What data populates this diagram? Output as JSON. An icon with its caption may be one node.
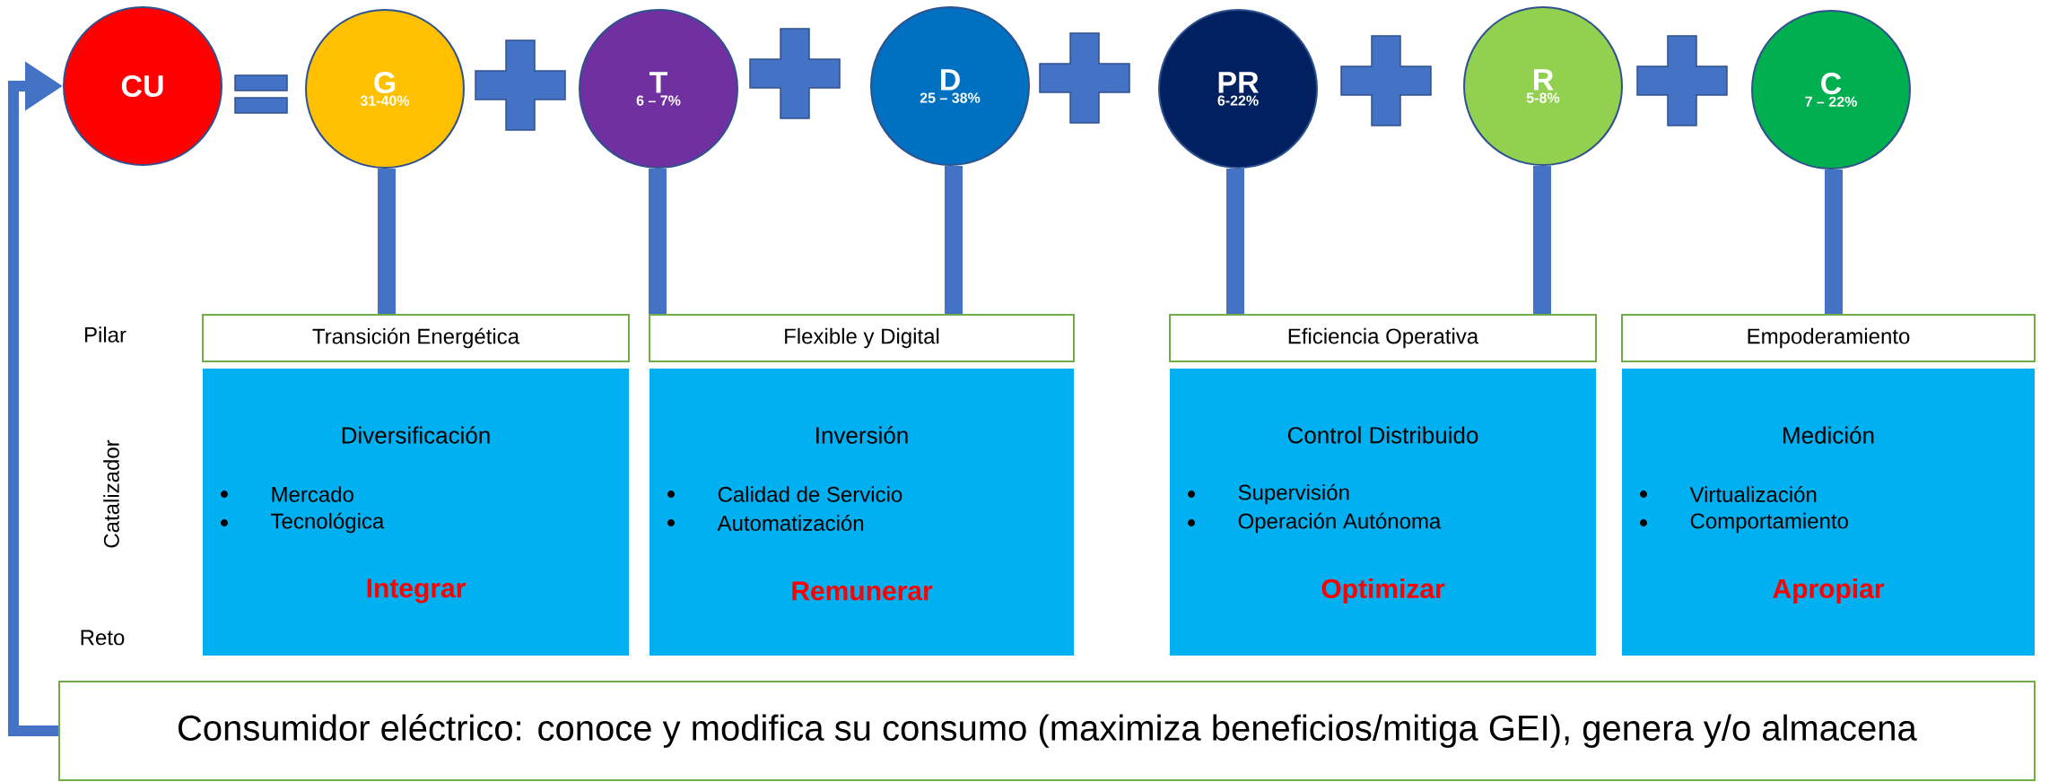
{
  "diagram": {
    "nodes": [
      {
        "text": [
          "CU"
        ]
      },
      {
        "text": [
          "G",
          "31-40%"
        ]
      },
      {
        "text": [
          "T",
          "6 – 7%"
        ]
      },
      {
        "text": [
          "D",
          "25 – 38%"
        ]
      },
      {
        "text": [
          "PR",
          "6-22%"
        ]
      },
      {
        "text": [
          "R",
          "5-8%"
        ]
      },
      {
        "text": [
          "C",
          "7 – 22%"
        ]
      },
      {
        "text": [
          "Transición Energética"
        ]
      },
      {
        "text": [
          "Flexible y Digital"
        ]
      },
      {
        "text": [
          "Eficiencia Operativa"
        ]
      },
      {
        "text": [
          "Empoderamiento"
        ]
      },
      {
        "text": [
          "Diversificación",
          "Mercado",
          "Tecnológica",
          "Integrar"
        ]
      },
      {
        "text": [
          "Inversión",
          "Calidad de Servicio",
          "Automatización",
          "Remunerar"
        ]
      },
      {
        "text": [
          "Control Distribuido",
          "Supervisión",
          "Operación Autónoma",
          "Optimizar"
        ]
      },
      {
        "text": [
          "Medición",
          "Virtualización",
          "Comportamiento",
          "Apropiar"
        ]
      },
      {
        "text": [
          "Consumidor eléctrico: conoce y modifica su consumo (maximiza beneficios/mitiga GEI), genera y/o almacena"
        ]
      },
      {
        "text": [],
        "shape": "equals"
      },
      {
        "text": [],
        "shape": "plus"
      },
      {
        "text": [],
        "shape": "plus"
      },
      {
        "text": [],
        "shape": "plus"
      },
      {
        "text": [],
        "shape": "plus"
      },
      {
        "text": [],
        "shape": "plus"
      }
    ],
    "edges": [
      {
        "from": 1,
        "to": 7,
        "arrow": "none"
      },
      {
        "from": 2,
        "to": 8,
        "arrow": "none"
      },
      {
        "from": 3,
        "to": 8,
        "arrow": "none"
      },
      {
        "from": 4,
        "to": 9,
        "arrow": "none"
      },
      {
        "from": 5,
        "to": 9,
        "arrow": "none"
      },
      {
        "from": 6,
        "to": 10,
        "arrow": "none"
      },
      {
        "from": 15,
        "to": 0,
        "arrow": "to"
      }
    ],
    "labels": [
      "Pilar",
      "Catalizador",
      "Reto"
    ]
  }
}
